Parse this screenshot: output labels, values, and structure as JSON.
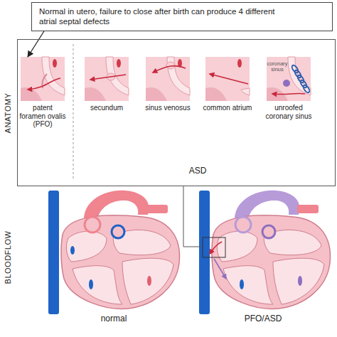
{
  "diagram": {
    "nodes": [
      {
        "text": [
          "Normal in utero, failure to close after birth can produce 4 different atrial septal defects"
        ]
      },
      {
        "text": [
          "ANATOMY"
        ]
      },
      {
        "text": [
          "patent foramen ovalis (PFO)"
        ],
        "in": 1
      },
      {
        "text": [
          "secundum"
        ],
        "in": 1
      },
      {
        "text": [
          "sinus venosus"
        ],
        "in": 1
      },
      {
        "text": [
          "common atrium"
        ],
        "in": 1
      },
      {
        "text": [
          "unroofed coronary sinus"
        ],
        "in": 1
      },
      {
        "text": [
          "normal"
        ]
      },
      {
        "text": [
          "PFO/ASD"
        ]
      }
    ],
    "edges": [
      {
        "from": 0,
        "to": 2,
        "arrow": "to"
      },
      {
        "from": 1,
        "to": 8,
        "arrow": "none"
      }
    ],
    "labels": [
      "coronary sinus",
      "ASD",
      "BLOODFLOW"
    ]
  }
}
